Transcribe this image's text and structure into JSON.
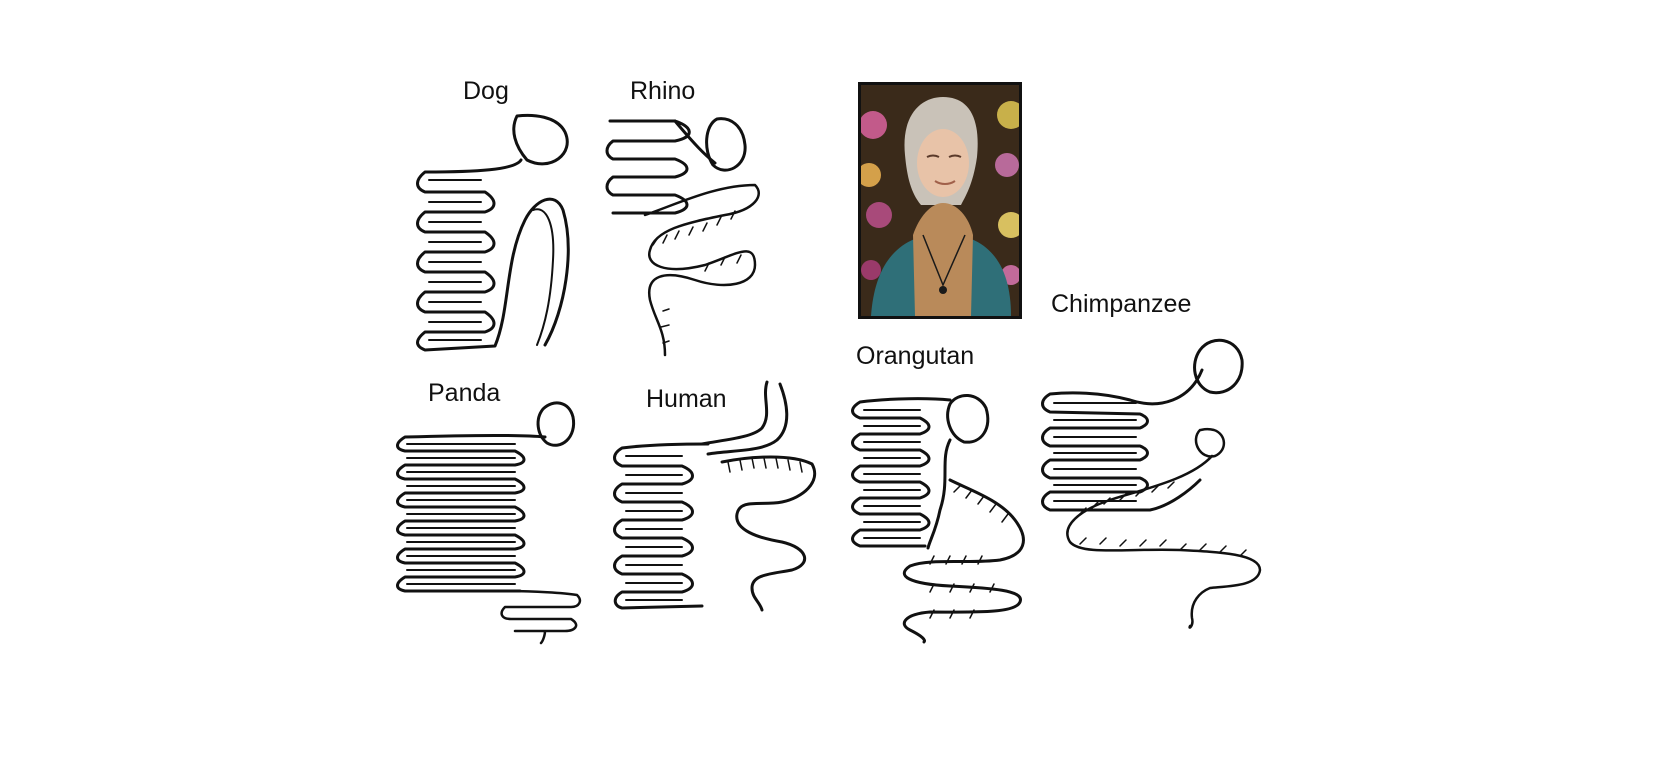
{
  "figure": {
    "animals": [
      {
        "id": "dog",
        "label": "Dog"
      },
      {
        "id": "rhino",
        "label": "Rhino"
      },
      {
        "id": "panda",
        "label": "Panda"
      },
      {
        "id": "human",
        "label": "Human"
      },
      {
        "id": "orangutan",
        "label": "Orangutan"
      },
      {
        "id": "chimpanzee",
        "label": "Chimpanzee"
      }
    ],
    "portrait": {
      "alt": "portrait photograph"
    }
  }
}
